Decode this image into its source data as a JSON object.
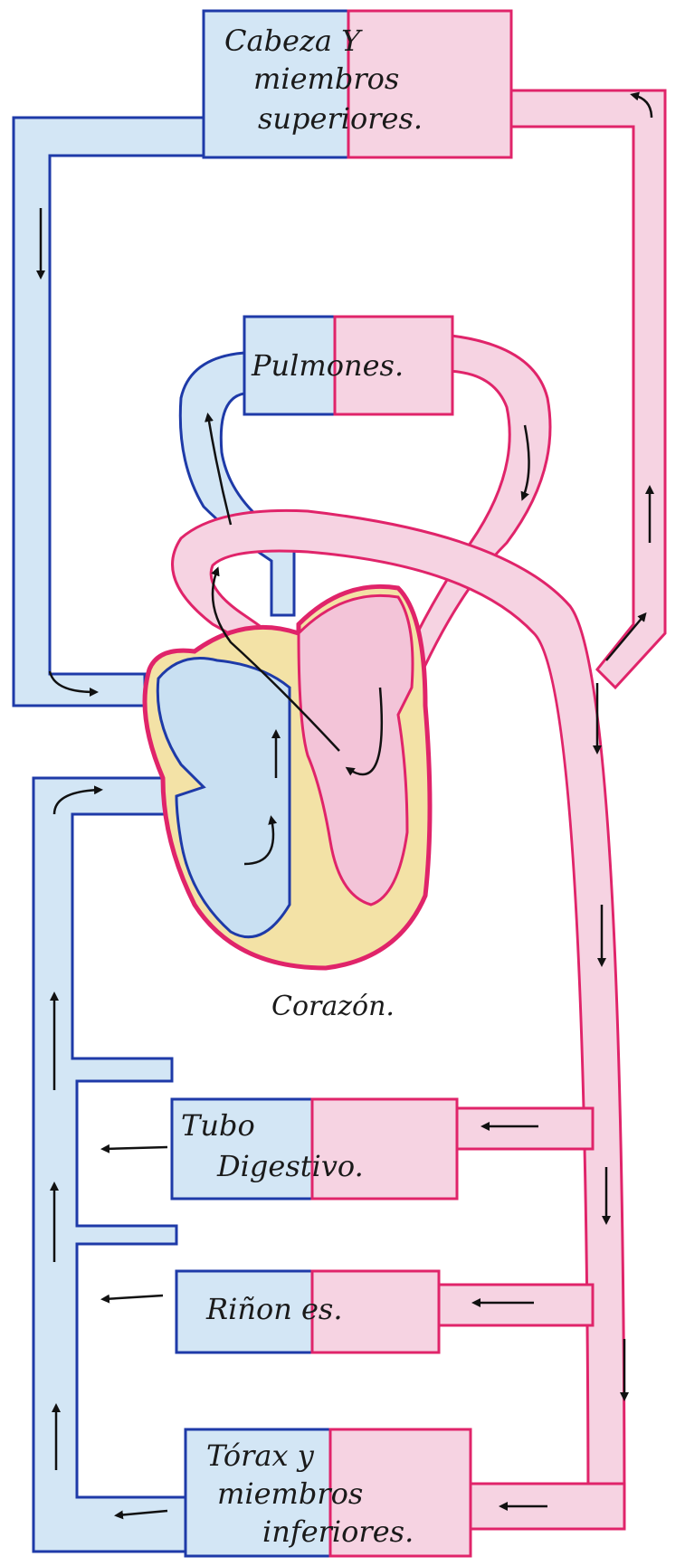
{
  "diagram": {
    "head_box": {
      "line1": "Cabeza  Y",
      "line2": "miembros",
      "line3": "superiores."
    },
    "lungs_box": {
      "label": "Pulmones."
    },
    "heart": {
      "label": "Corazón."
    },
    "digestive_box": {
      "line1": "Tubo",
      "line2": "Digestivo."
    },
    "kidneys_box": {
      "label": "Riñon es."
    },
    "legs_box": {
      "line1": "Tórax  y",
      "line2": "miembros",
      "line3": "inferiores."
    }
  },
  "colors": {
    "venous_fill": "#cfe4f4",
    "venous_stroke": "#1e3aa8",
    "arterial_fill": "#f6cfe0",
    "arterial_stroke": "#e0246a",
    "heart_muscle": "#f3e2a6",
    "arrow": "#111111"
  }
}
